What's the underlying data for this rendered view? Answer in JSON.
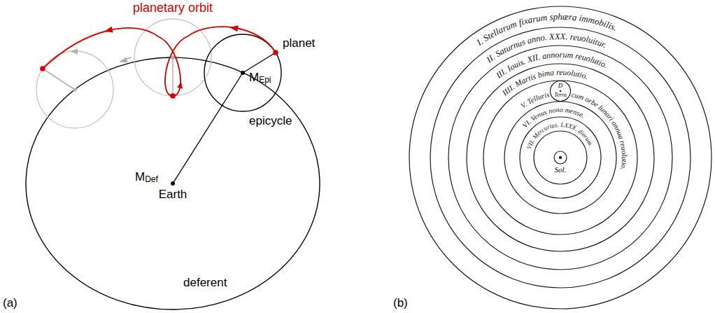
{
  "diagram": {
    "labels": [
      "planetary orbit",
      "planet",
      "M",
      "Epi",
      "epicycle",
      "M",
      "Def",
      "Earth",
      "deferent",
      "(a)",
      "I. Stellarum fixarum sphæra immobilis.",
      "II. Saturnus anno. XXX. reuoluitur.",
      "III. Iouis. XII. annorum reuolutio.",
      "IIII. Martis bima reuolutio.",
      "V. Telluris",
      "cum orbe lunari annua reuolutio.",
      "D",
      "Terra",
      "VI. Venus nono mense.",
      "VII. Mercurius. LXXX. dierum.",
      "Sol.",
      "(b)"
    ]
  }
}
